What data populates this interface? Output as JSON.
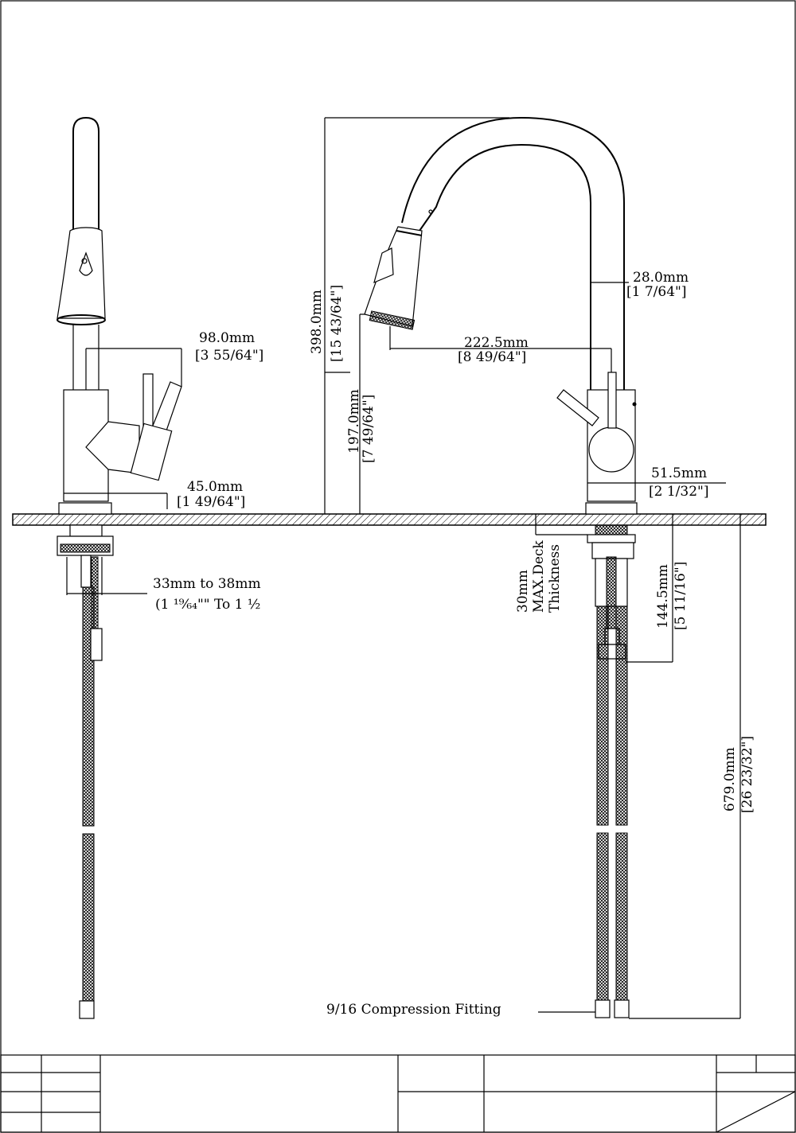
{
  "dimensions": {
    "handle_reach": {
      "mm": "98.0mm",
      "inch": "[3 55/64\"]"
    },
    "base_width": {
      "mm": "45.0mm",
      "inch": "[1 49/64\"]"
    },
    "total_height": {
      "mm": "398.0mm",
      "inch": "[15 43/64\"]"
    },
    "spout_height": {
      "mm": "197.0mm",
      "inch": "[7 49/64\"]"
    },
    "spout_reach": {
      "mm": "222.5mm",
      "inch": "[8 49/64\"]"
    },
    "spout_diameter": {
      "mm": "28.0mm",
      "inch": "[1 7/64\"]"
    },
    "body_diameter": {
      "mm": "51.5mm",
      "inch": "[2 1/32\"]"
    },
    "deck_thickness": {
      "line1": "30mm",
      "line2": "MAX.Deck",
      "line3": "Thickness"
    },
    "shank_length": {
      "mm": "144.5mm",
      "inch": "[5 11/16\"]"
    },
    "hose_length": {
      "mm": "679.0mm",
      "inch": "[26 23/32\"]"
    },
    "hole_size": {
      "line1": "33mm  to  38mm",
      "line2": "(1 ¹⁹⁄₆₄\"\"  To  1  ½"
    },
    "fitting": "9/16  Compression  Fitting"
  }
}
